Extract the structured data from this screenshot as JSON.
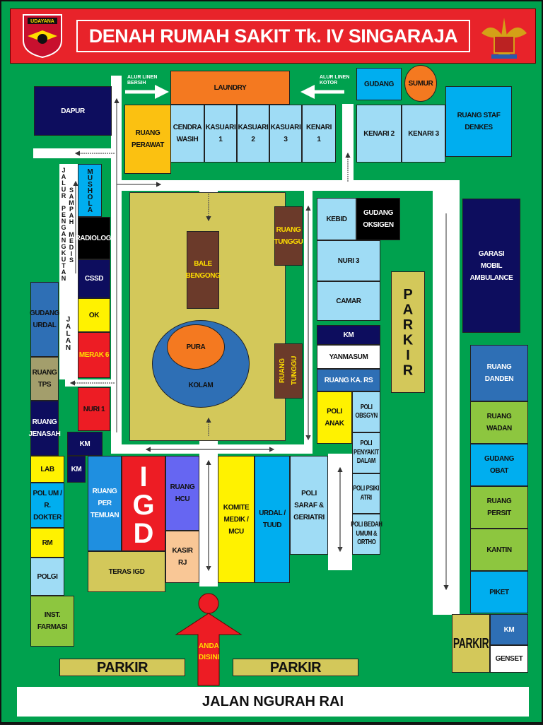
{
  "header": {
    "title": "DENAH RUMAH SAKIT Tk. IV SINGARAJA",
    "logo_left_text": "UDAYANA",
    "bg": "#e8232a"
  },
  "colors": {
    "grass": "#00a14e",
    "road": "#ffffff",
    "field": "#d3c85a"
  },
  "flow_labels": {
    "linen_clean": "ALUR LINEN\nBERSIH",
    "linen_dirty": "ALUR LINEN\nKOTOR",
    "medical_waste_route": "JALUR PENGANGKUTAN",
    "medical_waste": "SAMPAH MEDIS",
    "road_side": "JALAN"
  },
  "street": "JALAN NGURAH RAI",
  "you_are_here": "ANDA\nDISINI",
  "rooms": [
    {
      "label": "DAPUR",
      "bg": "#0d0d5e",
      "fg": "#fff"
    },
    {
      "label": "LAUNDRY",
      "bg": "#f47920",
      "fg": "#111"
    },
    {
      "label": "RUANG\nPERAWAT",
      "bg": "#fbc111",
      "fg": "#111"
    },
    {
      "label": "CENDRA\nWASIH",
      "bg": "#9fdcf5",
      "fg": "#111"
    },
    {
      "label": "KASUARI\n1",
      "bg": "#9fdcf5",
      "fg": "#111"
    },
    {
      "label": "KASUARI\n2",
      "bg": "#9fdcf5",
      "fg": "#111"
    },
    {
      "label": "KASUARI\n3",
      "bg": "#9fdcf5",
      "fg": "#111"
    },
    {
      "label": "KENARI\n1",
      "bg": "#9fdcf5",
      "fg": "#111"
    },
    {
      "label": "GUDANG",
      "bg": "#00aeef",
      "fg": "#111"
    },
    {
      "label": "SUMUR",
      "bg": "#f47920",
      "fg": "#111"
    },
    {
      "label": "KENARI 2",
      "bg": "#9fdcf5",
      "fg": "#111"
    },
    {
      "label": "KENARI 3",
      "bg": "#9fdcf5",
      "fg": "#111"
    },
    {
      "label": "RUANG STAF\nDENKES",
      "bg": "#00aeef",
      "fg": "#111"
    },
    {
      "label": "MUSHOLA",
      "bg": "#00aeef",
      "fg": "#111"
    },
    {
      "label": "RADIOLOGI",
      "bg": "#000000",
      "fg": "#fff"
    },
    {
      "label": "CSSD",
      "bg": "#0d0d5e",
      "fg": "#fff"
    },
    {
      "label": "OK",
      "bg": "#fff200",
      "fg": "#111"
    },
    {
      "label": "MERAK 6",
      "bg": "#ed1c24",
      "fg": "#ffde00"
    },
    {
      "label": "NURI 1",
      "bg": "#ed1c24",
      "fg": "#111"
    },
    {
      "label": "KM",
      "bg": "#0d0d5e",
      "fg": "#fff"
    },
    {
      "label": "KM",
      "bg": "#0d0d5e",
      "fg": "#fff"
    },
    {
      "label": "GUDANG\nURDAL",
      "bg": "#2e6fb5",
      "fg": "#111"
    },
    {
      "label": "RUANG\nTPS",
      "bg": "#a39e6c",
      "fg": "#111"
    },
    {
      "label": "RUANG\nJENASAH",
      "bg": "#0d0d5e",
      "fg": "#fff"
    },
    {
      "label": "LAB",
      "bg": "#fff200",
      "fg": "#111"
    },
    {
      "label": "POL UM /\nR. DOKTER",
      "bg": "#00aeef",
      "fg": "#111"
    },
    {
      "label": "RM",
      "bg": "#fff200",
      "fg": "#111"
    },
    {
      "label": "POLGI",
      "bg": "#9fdcf5",
      "fg": "#111"
    },
    {
      "label": "INST.\nFARMASI",
      "bg": "#8dc63f",
      "fg": "#111"
    },
    {
      "label": "RUANG\nPER\nTEMUAN",
      "bg": "#1f8fe0",
      "fg": "#fff"
    },
    {
      "label": "IGD",
      "bg": "#ed1c24",
      "fg": "#fff"
    },
    {
      "label": "RUANG\nHCU",
      "bg": "#6666f2",
      "fg": "#111"
    },
    {
      "label": "KASIR\nRJ",
      "bg": "#f9c796",
      "fg": "#111"
    },
    {
      "label": "TERAS IGD",
      "bg": "#d3c85a",
      "fg": "#111"
    },
    {
      "label": "KOMITE\nMEDIK /\nMCU",
      "bg": "#fff200",
      "fg": "#111"
    },
    {
      "label": "URDAL /\nTUUD",
      "bg": "#00aeef",
      "fg": "#111"
    },
    {
      "label": "POLI\nSARAF &\nGERIATRI",
      "bg": "#9fdcf5",
      "fg": "#111"
    },
    {
      "label": "POLI\nOBSGYN",
      "bg": "#9fdcf5",
      "fg": "#111"
    },
    {
      "label": "POLI\nPENYAKIT\nDALAM",
      "bg": "#9fdcf5",
      "fg": "#111"
    },
    {
      "label": "POLI PSIKI\nATRI",
      "bg": "#9fdcf5",
      "fg": "#111"
    },
    {
      "label": "POLI BEDAH\nUMUM &\nORTHO",
      "bg": "#9fdcf5",
      "fg": "#111"
    },
    {
      "label": "POLI\nANAK",
      "bg": "#fff200",
      "fg": "#111"
    },
    {
      "label": "KEBID",
      "bg": "#9fdcf5",
      "fg": "#111"
    },
    {
      "label": "GUDANG\nOKSIGEN",
      "bg": "#000000",
      "fg": "#fff"
    },
    {
      "label": "NURI 3",
      "bg": "#9fdcf5",
      "fg": "#111"
    },
    {
      "label": "CAMAR",
      "bg": "#9fdcf5",
      "fg": "#111"
    },
    {
      "label": "KM",
      "bg": "#0d0d5e",
      "fg": "#fff"
    },
    {
      "label": "YANMASUM",
      "bg": "#ffffff",
      "fg": "#111"
    },
    {
      "label": "RUANG KA. RS",
      "bg": "#2e6fb5",
      "fg": "#fff"
    },
    {
      "label": "PARKIR",
      "bg": "#d3c85a",
      "fg": "#111"
    },
    {
      "label": "GARASI\nMOBIL\nAMBULANCE",
      "bg": "#0d0d5e",
      "fg": "#fff"
    },
    {
      "label": "RUANG\nDANDEN",
      "bg": "#2e6fb5",
      "fg": "#fff"
    },
    {
      "label": "RUANG\nWADAN",
      "bg": "#8dc63f",
      "fg": "#111"
    },
    {
      "label": "GUDANG\nOBAT",
      "bg": "#00aeef",
      "fg": "#111"
    },
    {
      "label": "RUANG\nPERSIT",
      "bg": "#8dc63f",
      "fg": "#111"
    },
    {
      "label": "KANTIN",
      "bg": "#8dc63f",
      "fg": "#111"
    },
    {
      "label": "PIKET",
      "bg": "#00aeef",
      "fg": "#111"
    },
    {
      "label": "PARKIR",
      "bg": "#d3c85a",
      "fg": "#111"
    },
    {
      "label": "KM",
      "bg": "#2e6fb5",
      "fg": "#fff"
    },
    {
      "label": "GENSET",
      "bg": "#ffffff",
      "fg": "#111"
    },
    {
      "label": "RUANG\nTUNGGU",
      "bg": "#6b3a2a",
      "fg": "#ffde00"
    },
    {
      "label": "RUANG TUNGGU",
      "bg": "#6b3a2a",
      "fg": "#ffde00"
    },
    {
      "label": "BALE\nBENGONG",
      "bg": "#6b3a2a",
      "fg": "#ffde00"
    },
    {
      "label": "KOLAM",
      "bg": "#2e6fb5",
      "fg": "#111"
    },
    {
      "label": "PURA",
      "bg": "#f47920",
      "fg": "#111"
    },
    {
      "label": "PARKIR",
      "bg": "#d3c85a",
      "fg": "#111"
    },
    {
      "label": "PARKIR",
      "bg": "#d3c85a",
      "fg": "#111"
    }
  ]
}
